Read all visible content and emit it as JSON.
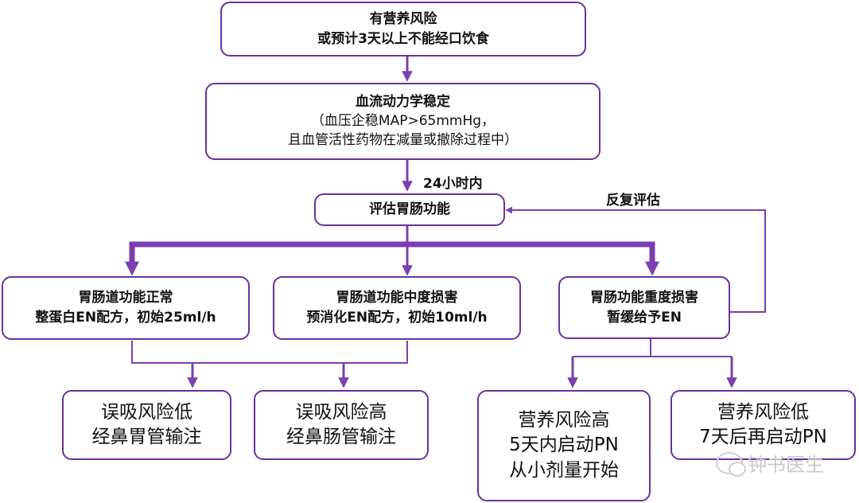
{
  "nodes": {
    "start": {
      "line1": "有营养风险",
      "line2": "或预计3天以上不能经口饮食"
    },
    "hemo": {
      "line1": "血流动力学稳定",
      "line2": "（血压企稳MAP>65mmHg，",
      "line3": "且血管活性药物在减量或撤除过程中）"
    },
    "assess": {
      "line1": "评估胃肠功能"
    },
    "normal": {
      "line1": "胃肠道功能正常",
      "line2": "整蛋白EN配方，初始25ml/h"
    },
    "moderate": {
      "line1": "胃肠道功能中度损害",
      "line2": "预消化EN配方，初始10ml/h"
    },
    "severe": {
      "line1": "胃肠功能重度损害",
      "line2": "暂缓给予EN"
    },
    "low_asp": {
      "line1": "误吸风险低",
      "line2": "经鼻胃管输注"
    },
    "high_asp": {
      "line1": "误吸风险高",
      "line2": "经鼻肠管输注"
    },
    "high_nut": {
      "line1": "营养风险高",
      "line2": "5天内启动PN",
      "line3": "从小剂量开始"
    },
    "low_nut": {
      "line1": "营养风险低",
      "line2": "7天后再启动PN"
    }
  },
  "labels": {
    "within24h": "24小时内",
    "reassess": "反复评估"
  },
  "watermark": {
    "text": "钟书医生"
  },
  "colors": {
    "accent": "#6b2fa0",
    "arrow": "#7a3fb0",
    "text": "#111111",
    "watermark": "#c9c9c9"
  }
}
